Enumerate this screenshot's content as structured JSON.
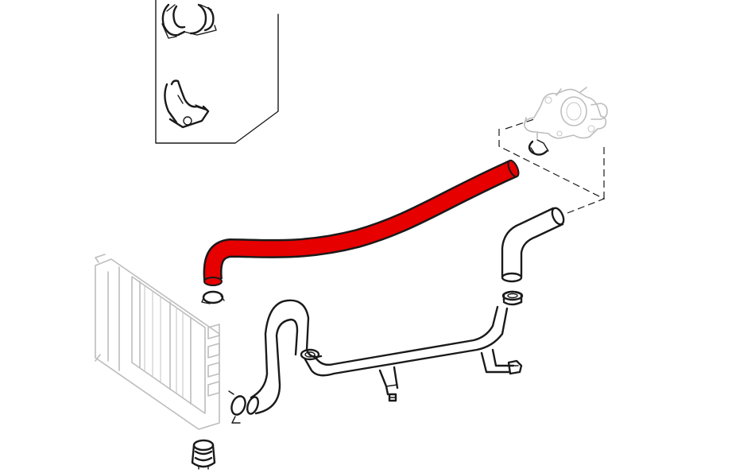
{
  "diagram": {
    "highlight_color": "#e60000",
    "parts": [
      "clip-detail-upper",
      "clip-detail-lower",
      "thermostat-housing",
      "hose-clamp-top",
      "upper-radiator-hose",
      "short-bent-hose",
      "radiator",
      "hose-clamp-left",
      "lower-hose",
      "hose-clamp-lower",
      "coolant-pipe",
      "pipe-bracket-left",
      "pipe-bracket-right",
      "pipe-outlet-connector",
      "radiator-cap"
    ]
  }
}
